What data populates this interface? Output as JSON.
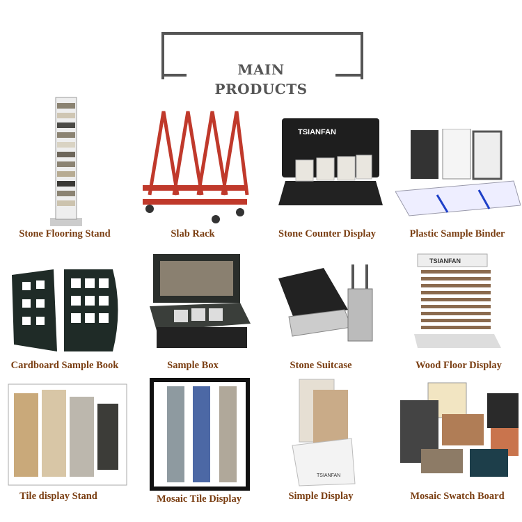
{
  "header": {
    "line1": "MAIN",
    "line2": "PRODUCTS"
  },
  "colors": {
    "label": "#7a3e12",
    "title": "#555555"
  },
  "products": [
    {
      "label": "Stone Flooring Stand"
    },
    {
      "label": "Slab Rack"
    },
    {
      "label": "Stone Counter Display",
      "brand": "TSIANFAN"
    },
    {
      "label": "Plastic Sample Binder"
    },
    {
      "label": "Cardboard Sample Book"
    },
    {
      "label": "Sample Box"
    },
    {
      "label": "Stone Suitcase"
    },
    {
      "label": "Wood Floor Display",
      "brand": "TSIANFAN"
    },
    {
      "label": "Tile display Stand"
    },
    {
      "label": "Mosaic Tile Display"
    },
    {
      "label": "Simple Display"
    },
    {
      "label": "Mosaic Swatch Board"
    }
  ]
}
